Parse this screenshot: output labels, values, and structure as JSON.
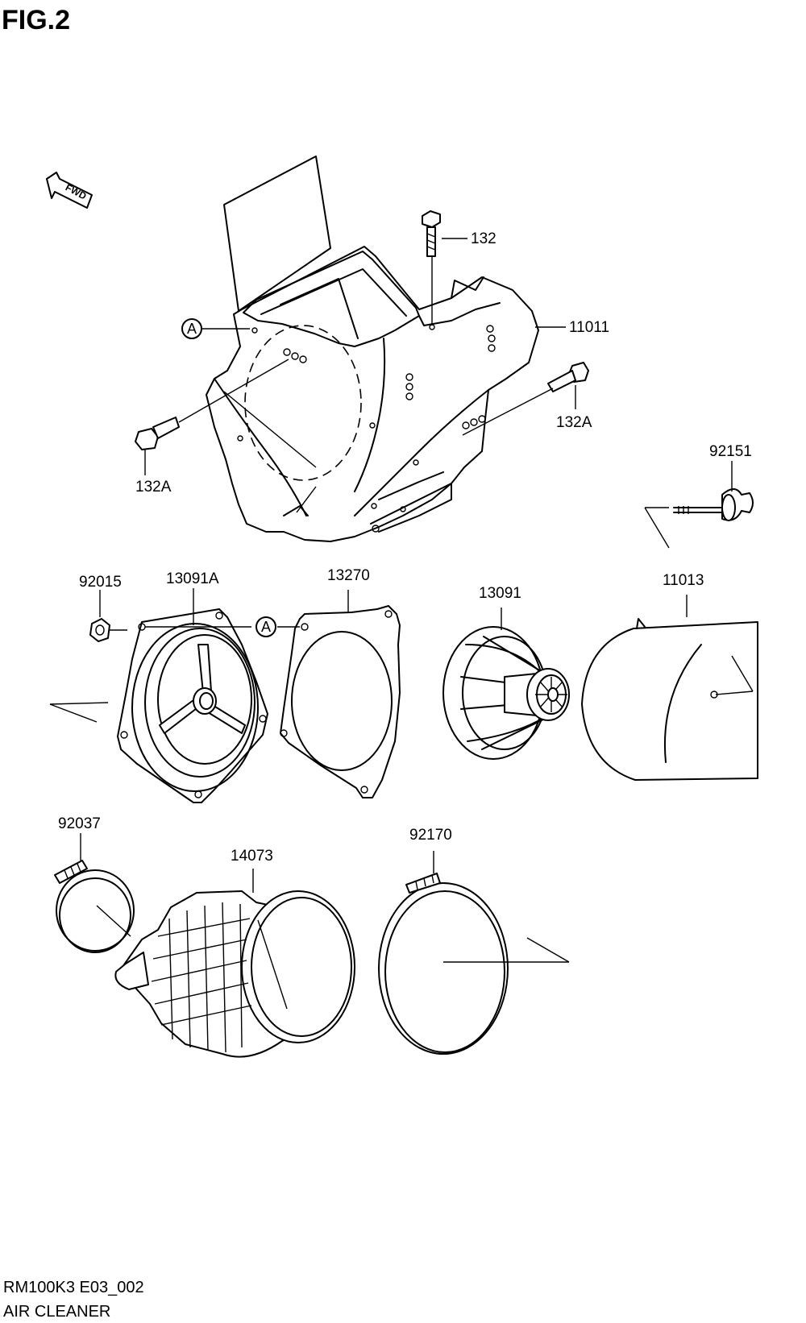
{
  "figure": {
    "title": "FIG.2",
    "direction_label": "FWD",
    "reference_mark": "A",
    "model_code": "RM100K3 E03_002",
    "caption": "AIR CLEANER"
  },
  "parts": [
    {
      "key": "bolt_top",
      "number": "132"
    },
    {
      "key": "case",
      "number": "11011"
    },
    {
      "key": "bolt_right",
      "number": "132A"
    },
    {
      "key": "bolt_left",
      "number": "132A"
    },
    {
      "key": "wing_bolt",
      "number": "92151"
    },
    {
      "key": "nut",
      "number": "92015"
    },
    {
      "key": "cap",
      "number": "13091A"
    },
    {
      "key": "gasket",
      "number": "13270"
    },
    {
      "key": "cage",
      "number": "13091"
    },
    {
      "key": "element",
      "number": "11013"
    },
    {
      "key": "clamp_small",
      "number": "92037"
    },
    {
      "key": "outlet_tube",
      "number": "14073"
    },
    {
      "key": "clamp_large",
      "number": "92170"
    }
  ]
}
